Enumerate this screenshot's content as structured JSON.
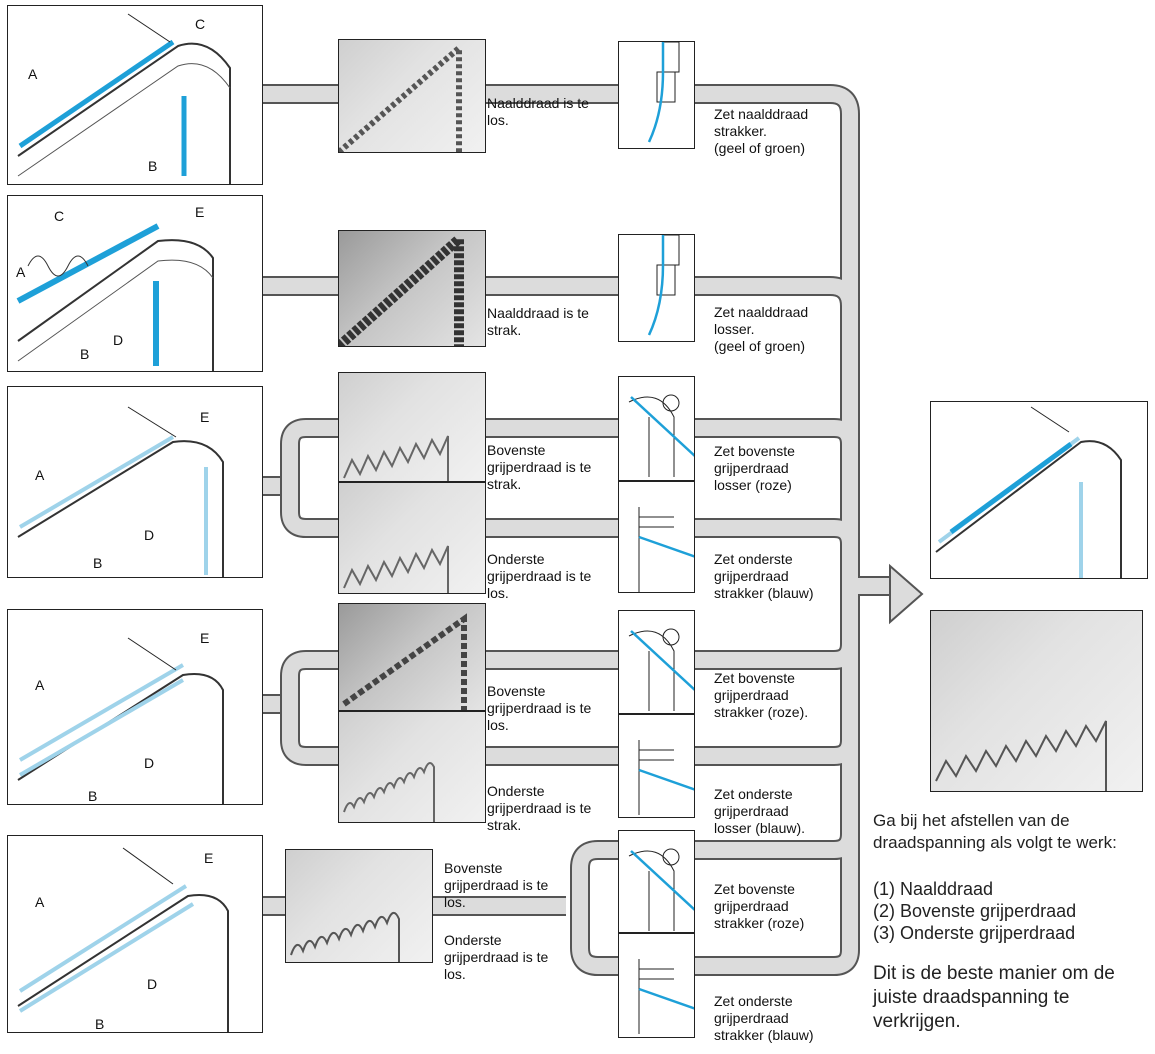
{
  "rows": [
    {
      "letters": [
        "A",
        "B",
        "C"
      ],
      "result_label": "Naalddraad is te\nlos.",
      "action_label": "Zet naalddraad\nstrakker.\n(geel of groen)"
    },
    {
      "letters": [
        "A",
        "B",
        "C",
        "D",
        "E"
      ],
      "result_label": "Naalddraad is te\nstrak.",
      "action_label": "Zet naalddraad\nlosser.\n(geel of groen)"
    },
    {
      "letters": [
        "A",
        "B",
        "D",
        "E"
      ],
      "result_top": "Bovenste\ngrijperdraad is te\nstrak.",
      "action_top": "Zet bovenste\ngrijperdraad\nlosser (roze)",
      "result_bottom": "Onderste\ngrijperdraad is te\nlos.",
      "action_bottom": "Zet onderste\ngrijperdraad\nstrakker (blauw)"
    },
    {
      "letters": [
        "A",
        "B",
        "D",
        "E"
      ],
      "result_top": "Bovenste\ngrijperdraad is te\nlos.",
      "action_top": "Zet bovenste\ngrijperdraad\nstrakker (roze).",
      "result_bottom": "Onderste\ngrijperdraad is te\nstrak.",
      "action_bottom": "Zet onderste\ngrijperdraad\nlosser (blauw)."
    },
    {
      "letters": [
        "A",
        "B",
        "D",
        "E"
      ],
      "result_top": "Bovenste\ngrijperdraad is te\nlos.",
      "action_top": "Zet bovenste\ngrijperdraad\nstrakker (roze)",
      "result_bottom": "Onderste\ngrijperdraad is te\nlos.",
      "action_bottom": "Zet onderste\ngrijperdraad\nstrakker (blauw)"
    }
  ],
  "instructions": {
    "intro": "Ga bij het afstellen van de\ndraadspanning als volgt te werk:",
    "steps": [
      "(1) Naalddraad",
      "(2) Bovenste grijperdraad",
      "(3) Onderste grijperdraad"
    ],
    "outro": "Dit is de beste manier om de\njuiste draadspanning te\nverkrijgen."
  },
  "colors": {
    "thread_blue": "#1ea0d8",
    "pipe_fill": "#dcdcdc",
    "pipe_stroke": "#555555"
  }
}
